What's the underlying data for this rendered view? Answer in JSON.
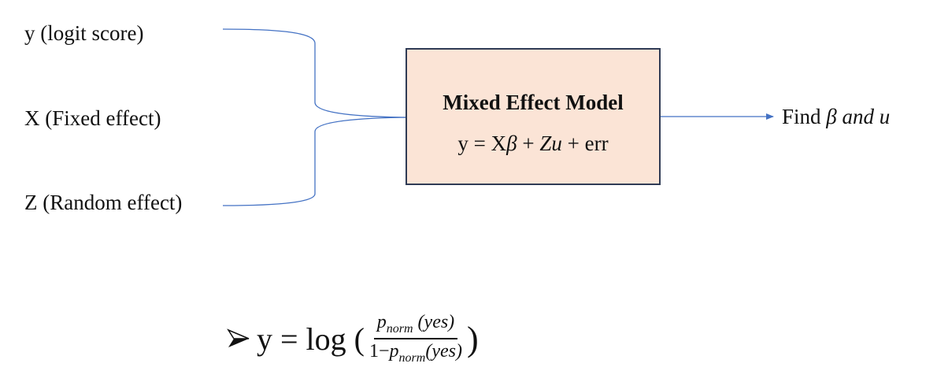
{
  "inputs": [
    {
      "label": "y (logit  score)"
    },
    {
      "label": "X (Fixed effect)"
    },
    {
      "label": "Z (Random effect)"
    }
  ],
  "model": {
    "title": "Mixed Effect Model",
    "equation": {
      "lhs": "y = X",
      "beta": "β",
      "plus1": " + ",
      "Zu": "Zu",
      "plus2": " + err"
    }
  },
  "output": {
    "prefix": "Find ",
    "beta": "β",
    "and": " and ",
    "u": "u"
  },
  "formula": {
    "lhs": "y = log (",
    "numerator_p": "p",
    "numerator_sub": "norm",
    "numerator_rest": " (yes)",
    "denominator_prefix": "1−",
    "denominator_p": "p",
    "denominator_sub": "norm",
    "denominator_rest": "(yes)",
    "close": ")"
  },
  "colors": {
    "line": "#4472c4",
    "box_fill": "#fbe4d6",
    "box_border": "#2f3b55"
  }
}
